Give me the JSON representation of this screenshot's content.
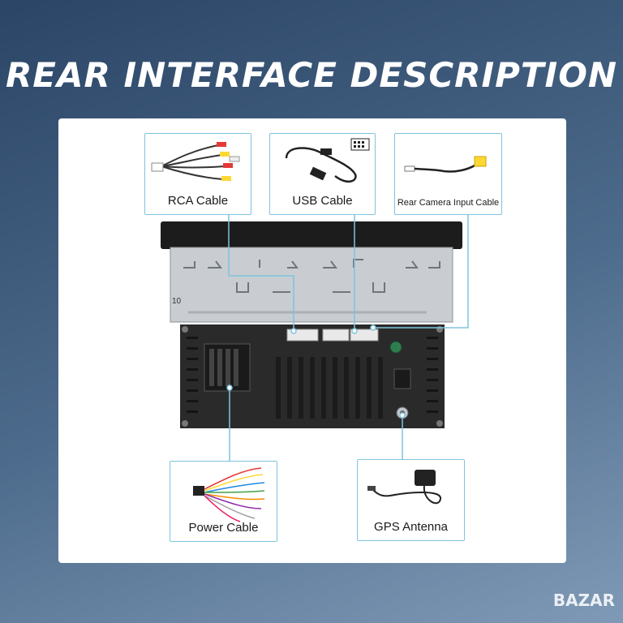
{
  "header": {
    "title": "REAR INTERFACE DESCRIPTION"
  },
  "callouts": {
    "rca": {
      "label": "RCA Cable",
      "icon": "rca-cable-icon"
    },
    "usb": {
      "label": "USB Cable",
      "icon": "usb-cable-icon"
    },
    "rear_camera": {
      "label": "Rear Camera Input Cable",
      "icon": "camera-cable-icon"
    },
    "power": {
      "label": "Power Cable",
      "icon": "power-cable-icon"
    },
    "gps": {
      "label": "GPS Antenna",
      "icon": "gps-antenna-icon"
    }
  },
  "watermark": {
    "text": "BAZAR"
  },
  "colors": {
    "connector_line": "#7fc4de",
    "background_top": "#2b4566",
    "panel": "#ffffff"
  }
}
